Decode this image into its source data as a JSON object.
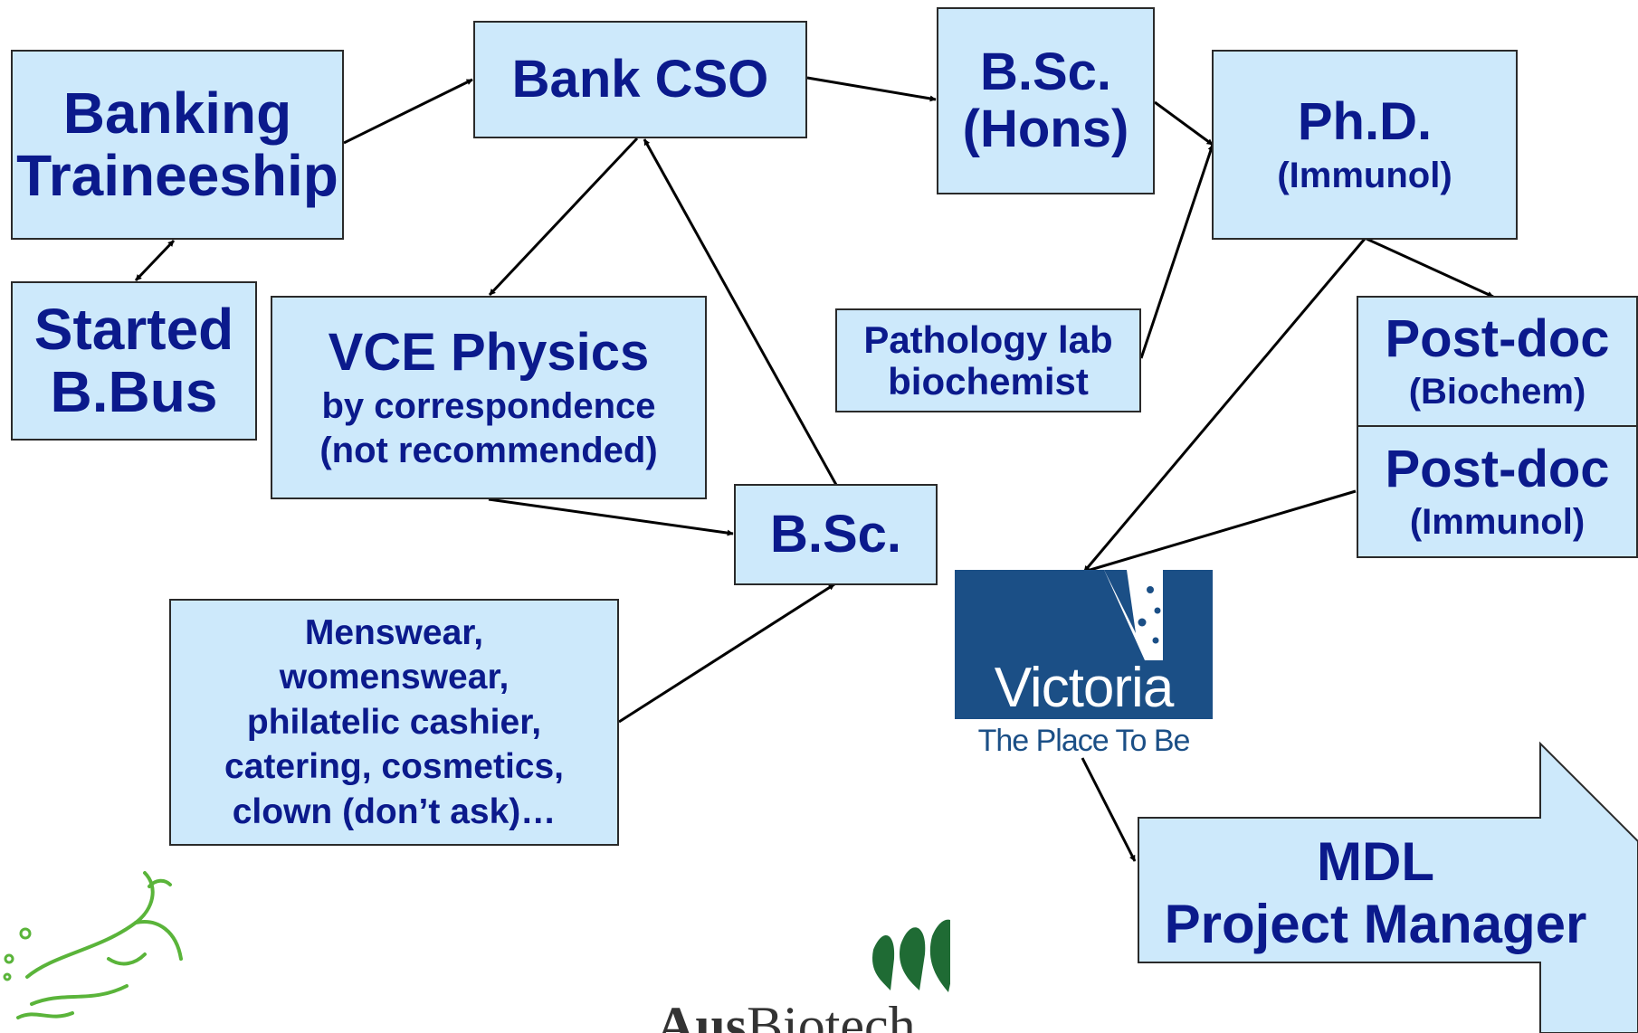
{
  "boxes": {
    "banking_traineeship": [
      "Banking",
      "Traineeship"
    ],
    "started_bbus": [
      "Started",
      "B.Bus"
    ],
    "bank_cso": "Bank CSO",
    "vce_physics": [
      "VCE Physics",
      "by correspondence",
      "(not recommended)"
    ],
    "bsc": "B.Sc.",
    "retail_jobs": [
      "Menswear,",
      "womenswear,",
      "philatelic cashier,",
      "catering, cosmetics,",
      "clown (don’t ask)…"
    ],
    "bsc_hons": [
      "B.Sc.",
      "(Hons)"
    ],
    "pathology": [
      "Pathology lab",
      "biochemist"
    ],
    "phd": [
      "Ph.D.",
      "(Immunol)"
    ],
    "postdoc_biochem": [
      "Post-doc",
      "(Biochem)"
    ],
    "postdoc_immunol": [
      "Post-doc",
      "(Immunol)"
    ],
    "mdl": [
      "MDL",
      "Project Manager"
    ]
  },
  "logos": {
    "victoria": {
      "word": "Victoria",
      "tagline": "The Place To Be",
      "color": "#1b4f86"
    },
    "ausbiotech": {
      "bold": "Aus",
      "regular": "Biotech",
      "color": "#1f6b34"
    },
    "platypus_color": "#5ab43a"
  },
  "colors": {
    "box_fill": "#cde9fb",
    "box_text": "#0b1a8c",
    "border": "#2a2a2a"
  }
}
